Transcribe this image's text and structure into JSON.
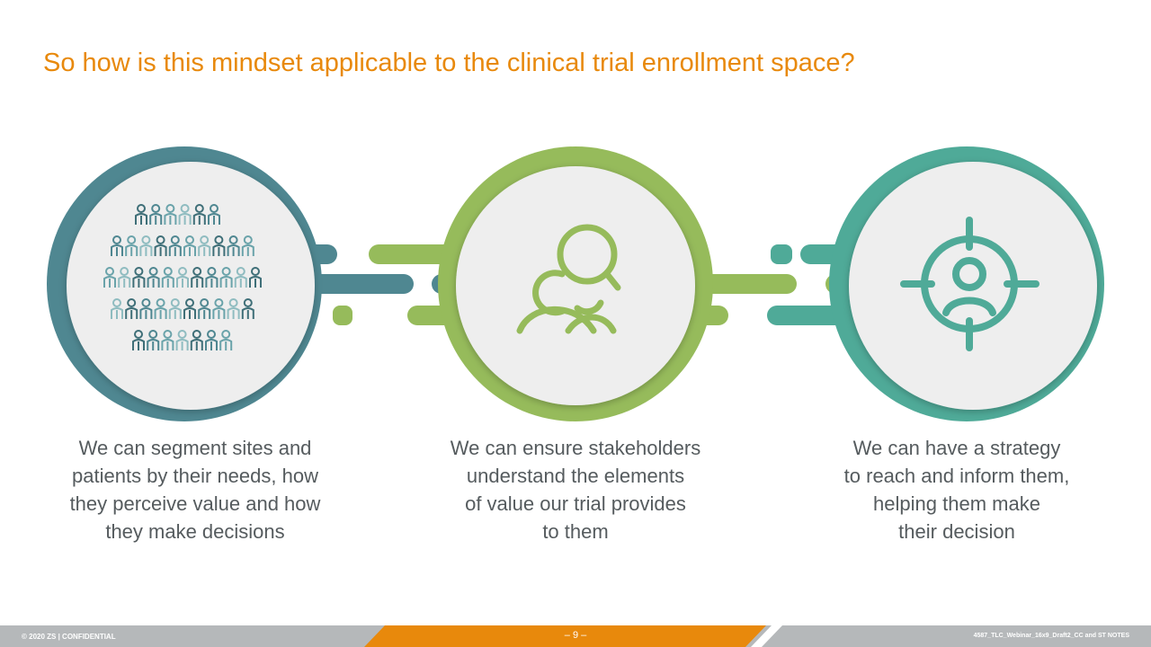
{
  "slide": {
    "title": "So how is this mindset applicable to the clinical trial enrollment space?",
    "colors": {
      "title": "#e8890c",
      "teal_dark": "#4f8791",
      "green": "#96bb5b",
      "teal": "#4faa98",
      "footer_gray": "#b5b8ba",
      "footer_orange": "#e8890c"
    }
  },
  "steps": [
    {
      "icon": "people-crowd-icon",
      "caption": [
        "We can segment sites and",
        "patients by their needs, how",
        "they perceive value and how",
        "they make decisions"
      ]
    },
    {
      "icon": "people-search-icon",
      "caption": [
        "We can ensure stakeholders",
        "understand the elements",
        "of value our trial provides",
        "to them"
      ]
    },
    {
      "icon": "target-person-icon",
      "caption": [
        "We can have a strategy",
        "to reach and inform them,",
        "helping them make",
        "their decision"
      ]
    }
  ],
  "footer": {
    "left": "© 2020 ZS | CONFIDENTIAL",
    "page": "– 9 –",
    "right": "4587_TLC_Webinar_16x9_Draft2_CC and ST NOTES"
  }
}
